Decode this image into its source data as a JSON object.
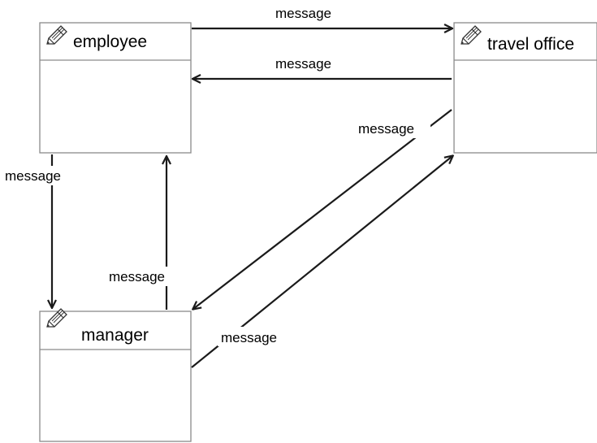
{
  "boxes": {
    "employee": {
      "title": "employee",
      "icon": "pencil-icon"
    },
    "travel_office": {
      "title": "travel office",
      "icon": "pencil-icon"
    },
    "manager": {
      "title": "manager",
      "icon": "pencil-icon"
    }
  },
  "messages": {
    "employee_to_travel": "message",
    "travel_to_employee": "message",
    "travel_to_manager": "message",
    "employee_to_manager": "message",
    "manager_to_employee": "message",
    "manager_to_travel": "message"
  },
  "colors": {
    "line": "#1a1a1a",
    "box_border": "#8a8a8a",
    "icon_stroke": "#333333"
  }
}
